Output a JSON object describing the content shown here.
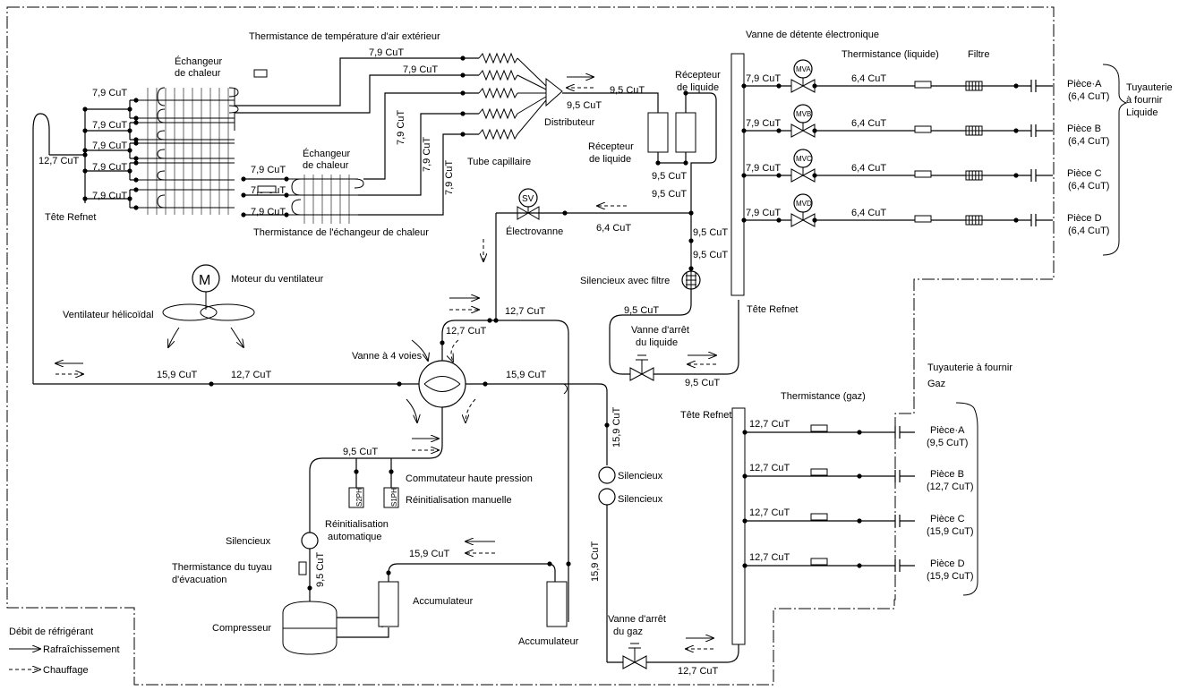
{
  "labels": {
    "therm_air_ext": "Thermistance de température d'air extérieur",
    "evv": "Vanne de détente électronique",
    "therm_liquide": "Thermistance (liquide)",
    "filtre": "Filtre",
    "echangeur1": "Échangeur\nde chaleur",
    "echangeur2": "Échangeur\nde chaleur",
    "recepteur1": "Récepteur\nde liquide",
    "recepteur2": "Récepteur\nde liquide",
    "distributeur": "Distributeur",
    "tube_capillaire": "Tube capillaire",
    "tete_refnet_left": "Tête Refnet",
    "therm_echangeur": "Thermistance de l'échangeur de chaleur",
    "electrovanne": "Électrovanne",
    "sv": "SV",
    "moteur": "Moteur du ventilateur",
    "m": "M",
    "ventilateur": "Ventilateur hélicoïdal",
    "silencieux_filtre": "Silencieux avec filtre",
    "tete_refnet_liq": "Tête Refnet",
    "vanne_4": "Vanne à 4 voies",
    "vanne_arret_liq": "Vanne d'arrêt\ndu liquide",
    "tuyauterie_liq": "Tuyauterie\nà fournir\nLiquide",
    "tuyauterie_gaz": "Tuyauterie à fournir\nGaz",
    "therm_gaz": "Thermistance (gaz)",
    "tete_refnet_gaz": "Tête Refnet",
    "commutateur": "Commutateur haute pression",
    "reinit_manuelle": "Réinitialisation manuelle",
    "reinit_auto": "Réinitialisation\nautomatique",
    "s2ph": "S2PH",
    "s1ph": "S1PH",
    "silencieux_comp": "Silencieux",
    "therm_evacuation": "Thermistance du tuyau\nd'évacuation",
    "silencieux_a": "Silencieux",
    "silencieux_b": "Silencieux",
    "accumulateur1": "Accumulateur",
    "accumulateur2": "Accumulateur",
    "compresseur": "Compresseur",
    "vanne_arret_gaz": "Vanne d'arrêt\ndu gaz",
    "debit": "Débit de réfrigérant",
    "rafraichissement": "Rafraîchissement",
    "chauffage": "Chauffage",
    "mv": "MV"
  },
  "pipes": {
    "p79": "7,9 CuT",
    "p95": "9,5 CuT",
    "p64": "6,4 CuT",
    "p127": "12,7 CuT",
    "p159": "15,9 CuT"
  },
  "rooms_liquid": [
    {
      "name": "Pièce·A",
      "size": "(6,4 CuT)",
      "mv": "A"
    },
    {
      "name": "Pièce B",
      "size": "(6,4 CuT)",
      "mv": "B"
    },
    {
      "name": "Pièce C",
      "size": "(6,4 CuT)",
      "mv": "C"
    },
    {
      "name": "Pièce D",
      "size": "(6,4 CuT)",
      "mv": "D"
    }
  ],
  "rooms_gas": [
    {
      "name": "Pièce·A",
      "size": "(9,5 CuT)"
    },
    {
      "name": "Pièce B",
      "size": "(12,7 CuT)"
    },
    {
      "name": "Pièce C",
      "size": "(15,9 CuT)"
    },
    {
      "name": "Pièce D",
      "size": "(15,9 CuT)"
    }
  ]
}
